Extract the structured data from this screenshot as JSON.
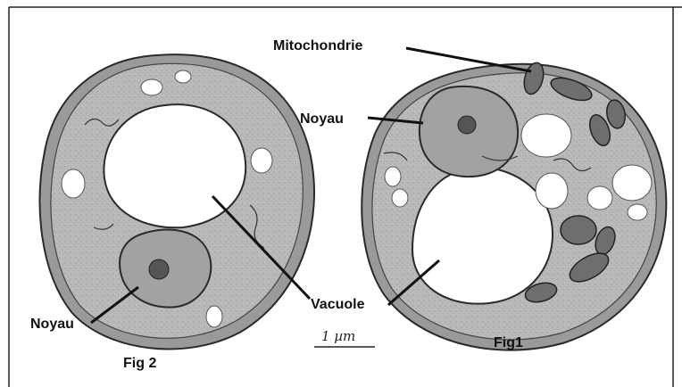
{
  "labels": {
    "mitochondrie": "Mitochondrie",
    "noyau_fig1": "Noyau",
    "noyau_fig2": "Noyau",
    "vacuole": "Vacuole",
    "fig1": "Fig1",
    "fig2": "Fig 2",
    "scale": "1 µm"
  },
  "colors": {
    "cytoplasm": "#b9b9b9",
    "cell_wall": "#8a8a8a",
    "outline": "#2a2a2a",
    "nucleus": "#a2a2a2",
    "mitochondria": "#6e6e6e",
    "vacuole": "#ffffff",
    "frame": "#222222"
  }
}
